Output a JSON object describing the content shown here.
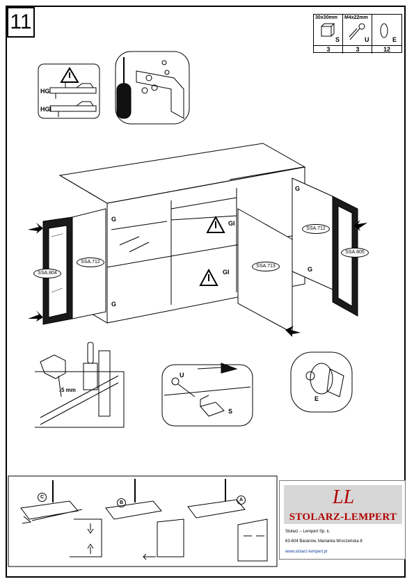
{
  "step_number": "11",
  "parts_table": {
    "columns": [
      {
        "header": "30x30mm",
        "letter": "S",
        "qty": "3"
      },
      {
        "header": "M4x22mm",
        "letter": "U",
        "qty": "3"
      },
      {
        "header": "",
        "letter": "E",
        "qty": "12"
      }
    ]
  },
  "hinge_labels": {
    "hg": "HG",
    "hgi": "HGI"
  },
  "door_labels": {
    "left_outer": "SSA.804",
    "left_inner": "SSA.712",
    "center": "SSA.713",
    "right_inner": "SSA.712",
    "right_outer": "SSA.805"
  },
  "hinge_marks": {
    "g": "G",
    "gi": "GI"
  },
  "drill_label": "5 mm",
  "knob_labels": {
    "u": "U",
    "s": "S"
  },
  "bumper_label": "E",
  "adjust_labels": {
    "c": "C",
    "b": "B",
    "a": "A"
  },
  "company": {
    "logo_letters": "LL",
    "name": "STOLARZ-LEMPERT",
    "line1": "Stolarz – Lempert Sp. k.",
    "line2": "63-604 Baranów, Marianka Mroczeńska 8",
    "website": "www.stolarz-lempert.pl"
  },
  "colors": {
    "brand": "#b00000",
    "logo_bg": "#d7d7d7",
    "ink": "#000000"
  }
}
